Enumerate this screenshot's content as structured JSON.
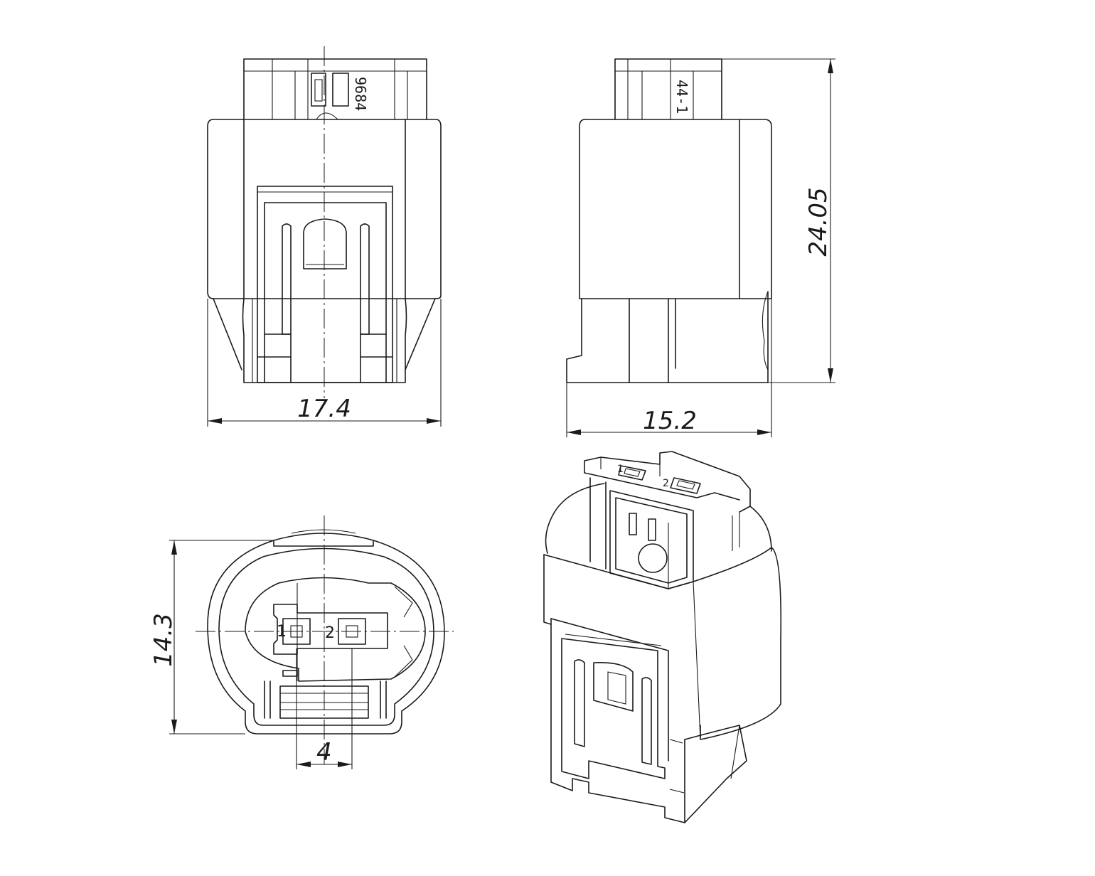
{
  "views": {
    "front": {
      "part_marking": "9684",
      "width_dim": "17.4"
    },
    "side": {
      "part_marking": "44-1",
      "width_dim": "15.2",
      "height_dim": "24.05"
    },
    "end": {
      "height_dim": "14.3",
      "pitch_dim": "4",
      "pin_labels": [
        "1",
        "2"
      ]
    },
    "iso": {
      "pin_labels": [
        "1",
        "2"
      ]
    }
  }
}
